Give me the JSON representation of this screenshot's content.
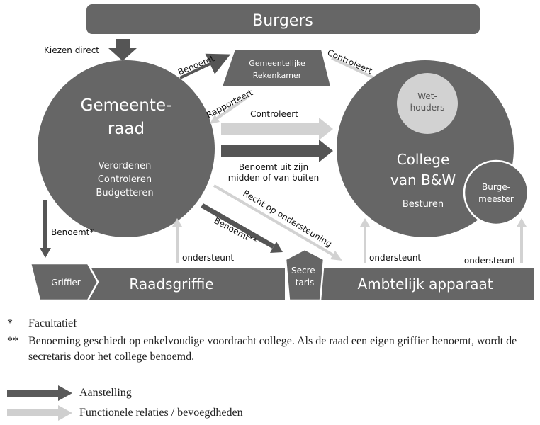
{
  "diagram": {
    "burgers": "Burgers",
    "kiezen_direct": "Kiezen direct",
    "gemeenteraad_line1": "Gemeente-",
    "gemeenteraad_line2": "raad",
    "raad_taken": [
      "Verordenen",
      "Controleren",
      "Budgetteren"
    ],
    "rekenkamer_line1": "Gemeentelijke",
    "rekenkamer_line2": "Rekenkamer",
    "benoemt": "Benoemt",
    "controleert": "Controleert",
    "rapporteert": "Rapporteert",
    "controleert_college": "Controleert",
    "benoemt_uit_line1": "Benoemt uit zijn",
    "benoemt_uit_line2": "midden of van buiten",
    "wethouders_line1": "Wet-",
    "wethouders_line2": "houders",
    "college_line1": "College",
    "college_line2": "van B&W",
    "besturen": "Besturen",
    "burgemeester_line1": "Burge-",
    "burgemeester_line2": "meester",
    "benoemt_griffier": "Benoemt*",
    "recht_op_ondersteuning": "Recht op ondersteuning",
    "benoemt_secretaris": "Benoemt**",
    "ondersteunt_griffie": "ondersteunt",
    "ondersteunt_ambt": "ondersteunt",
    "ondersteunt_burgemeester": "ondersteunt",
    "griffier": "Griffier",
    "raadsgriffie": "Raadsgriffie",
    "secretaris_line1": "Secre-",
    "secretaris_line2": "taris",
    "ambtelijk": "Ambtelijk apparaat"
  },
  "footnotes": [
    {
      "mark": "*",
      "text": "Facultatief"
    },
    {
      "mark": "**",
      "text": "Benoeming geschiedt op enkelvoudige voordracht college. Als de raad een eigen griffier benoemt, wordt de secretaris door het college benoemd."
    }
  ],
  "legend": [
    {
      "label": "Aanstelling",
      "color": "#5a5a5a"
    },
    {
      "label": "Functionele relaties / bevoegdheden",
      "color": "#cfcfcf"
    }
  ],
  "colors": {
    "dark": "#666666",
    "darker": "#555555",
    "light": "#d2d2d2",
    "text_light": "#ffffff"
  }
}
